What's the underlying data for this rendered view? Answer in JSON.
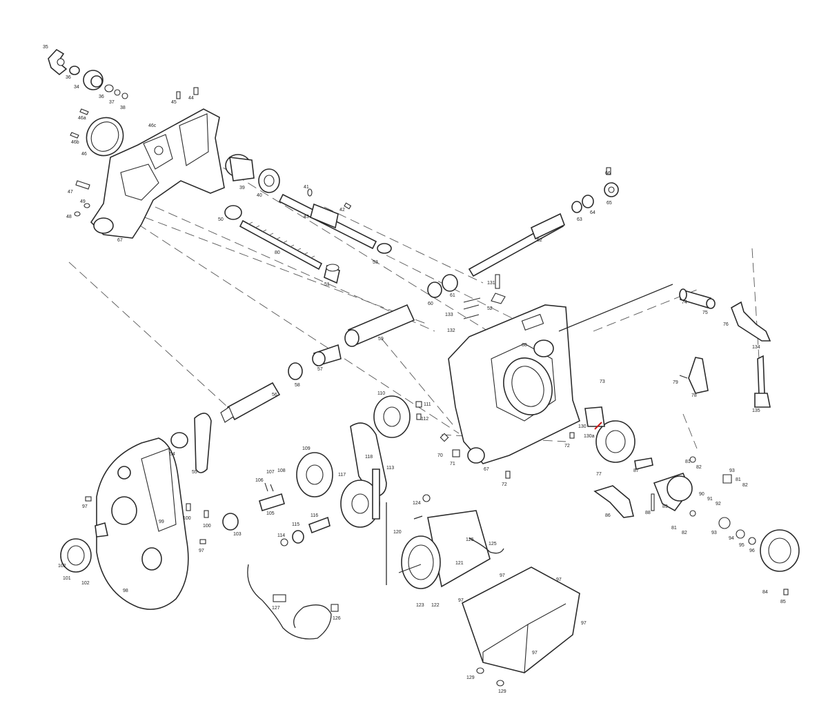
{
  "diagram": {
    "labels": [
      "35",
      "36",
      "34",
      "36",
      "37",
      "38",
      "45",
      "44",
      "46c",
      "46a",
      "46b",
      "46",
      "39",
      "40",
      "47",
      "49",
      "48",
      "67",
      "41",
      "42",
      "43",
      "50",
      "80",
      "51",
      "53",
      "66",
      "65",
      "64",
      "63",
      "62",
      "60",
      "61",
      "131",
      "52",
      "133",
      "132",
      "59",
      "57",
      "58",
      "56",
      "74",
      "75",
      "76",
      "134",
      "68",
      "73",
      "79",
      "78",
      "135",
      "110",
      "111",
      "112",
      "109",
      "118",
      "113",
      "117",
      "107",
      "108",
      "106",
      "105",
      "103",
      "114",
      "115",
      "116",
      "124",
      "120",
      "121",
      "125",
      "125",
      "123",
      "122",
      "54",
      "55",
      "97",
      "99",
      "100",
      "100",
      "97",
      "102",
      "101",
      "102",
      "98",
      "127",
      "126",
      "97",
      "97",
      "97",
      "97",
      "97",
      "129",
      "129",
      "70",
      "71",
      "72",
      "72",
      "67",
      "130",
      "130a",
      "77",
      "87",
      "81",
      "82",
      "93",
      "81",
      "82",
      "86",
      "88",
      "89",
      "90",
      "91",
      "92",
      "81",
      "82",
      "93",
      "94",
      "95",
      "96",
      "84",
      "85"
    ]
  }
}
